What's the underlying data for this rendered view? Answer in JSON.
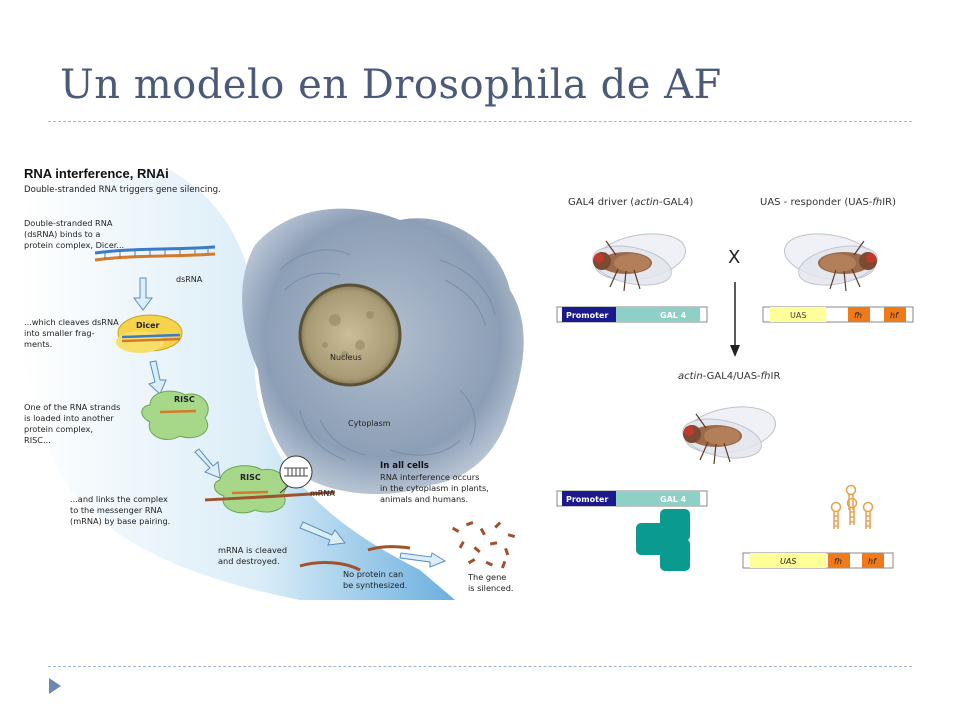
{
  "slide": {
    "title": "Un modelo en Drosophila de AF"
  },
  "rnai": {
    "title": "RNA interference, RNAi",
    "subtitle": "Double-stranded RNA triggers gene silencing.",
    "steps": [
      [
        "Double-stranded RNA",
        "(dsRNA) binds to a",
        "protein complex, Dicer..."
      ],
      [
        "...which cleaves dsRNA",
        "into smaller frag-",
        "ments."
      ],
      [
        "One of the RNA strands",
        "is loaded into another",
        "protein complex,",
        "RISC..."
      ],
      [
        "...and links the complex",
        "to the messenger RNA",
        "(mRNA) by base pairing."
      ],
      [
        "mRNA is cleaved",
        "and destroyed."
      ],
      [
        "No protein can",
        "be synthesized."
      ],
      [
        "The gene",
        "is silenced."
      ]
    ],
    "labels": {
      "dsrna": "dsRNA",
      "dicer": "Dicer",
      "risc1": "RISC",
      "risc2": "RISC",
      "mrna": "mRNA",
      "nucleus": "Nucleus",
      "cytoplasm": "Cytoplasm"
    },
    "all_cells": {
      "heading": "In all cells",
      "lines": [
        "RNA interference occurs",
        "in the cytoplasm in plants,",
        "animals and humans."
      ]
    }
  },
  "cross": {
    "driver_caption": [
      "GAL4 driver (",
      "actin",
      "-GAL4)"
    ],
    "responder_caption": [
      "UAS - responder (UAS-",
      "fh",
      "IR)"
    ],
    "cross_symbol": "X",
    "progeny_caption": [
      "actin",
      "-GAL4/UAS-",
      "fh",
      "IR"
    ],
    "construct_driver": {
      "promoter": "Promoter",
      "gene": "GAL 4"
    },
    "construct_responder": {
      "uas": "UAS",
      "fh": "fh",
      "hf": "hf"
    },
    "construct_progeny_driver": {
      "promoter": "Promoter",
      "gene": "GAL 4"
    },
    "construct_progeny_responder": {
      "uas": "UAS",
      "fh": "fh",
      "hf": "hf"
    }
  },
  "colors": {
    "title": "#4a5a78",
    "promoter": "#1a1a8c",
    "gal4": "#8fd0c6",
    "uas": "#ffff99",
    "fh": "#f07a1a",
    "gal4_protein": "#0a9a90",
    "hairpin": "#e8a050"
  }
}
